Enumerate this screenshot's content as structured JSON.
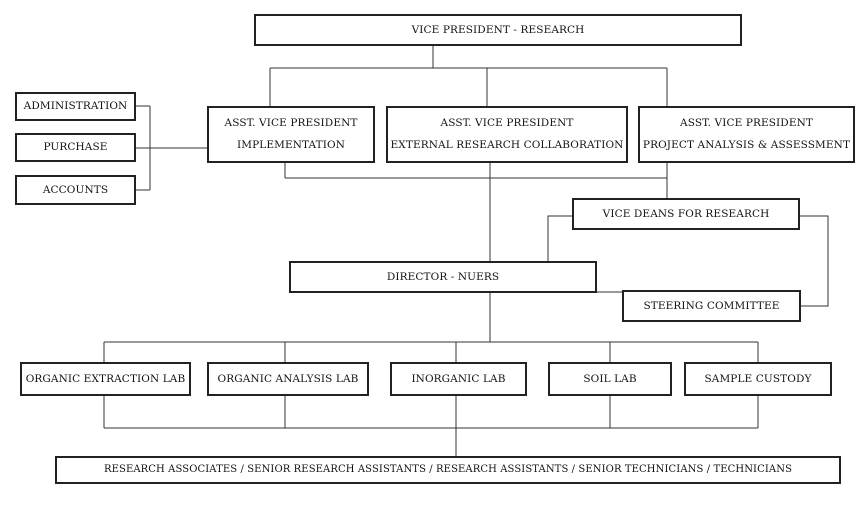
{
  "vp": "VICE PRESIDENT - RESEARCH",
  "admin": [
    "ADMINISTRATION",
    "PURCHASE",
    "ACCOUNTS"
  ],
  "avps": [
    {
      "line1": "ASST. VICE PRESIDENT",
      "line2": "IMPLEMENTATION"
    },
    {
      "line1": "ASST. VICE PRESIDENT",
      "line2": "EXTERNAL RESEARCH COLLABORATION"
    },
    {
      "line1": "ASST. VICE PRESIDENT",
      "line2": "PROJECT ANALYSIS & ASSESSMENT"
    }
  ],
  "vice_deans": "VICE DEANS FOR RESEARCH",
  "director": "DIRECTOR - NUERS",
  "steering": "STEERING COMMITTEE",
  "labs": [
    "ORGANIC EXTRACTION LAB",
    "ORGANIC ANALYSIS LAB",
    "INORGANIC LAB",
    "SOIL LAB",
    "SAMPLE CUSTODY"
  ],
  "staff": "RESEARCH ASSOCIATES / SENIOR RESEARCH ASSISTANTS / RESEARCH ASSISTANTS / SENIOR TECHNICIANS / TECHNICIANS"
}
